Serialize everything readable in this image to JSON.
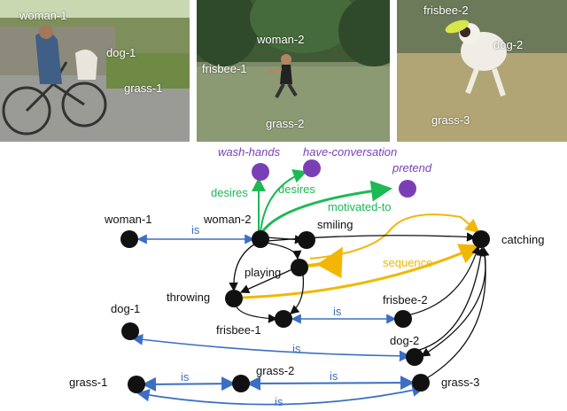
{
  "photos": [
    {
      "id": "photo-1",
      "labels": [
        "woman-1",
        "dog-1",
        "grass-1"
      ]
    },
    {
      "id": "photo-2",
      "labels": [
        "woman-2",
        "frisbee-1",
        "grass-2"
      ]
    },
    {
      "id": "photo-3",
      "labels": [
        "frisbee-2",
        "dog-2",
        "grass-3"
      ]
    }
  ],
  "graph": {
    "nodes": {
      "woman1": "woman-1",
      "woman2": "woman-2",
      "smiling": "smiling",
      "playing": "playing",
      "throwing": "throwing",
      "frisbee1": "frisbee-1",
      "frisbee2": "frisbee-2",
      "catching": "catching",
      "dog1": "dog-1",
      "dog2": "dog-2",
      "grass1": "grass-1",
      "grass2": "grass-2",
      "grass3": "grass-3",
      "washhands": "wash-hands",
      "haveconv": "have-conversation",
      "pretend": "pretend"
    },
    "edges": {
      "is_woman": "is",
      "is_frisbee": "is",
      "is_dog": "is",
      "is_grass12": "is",
      "is_grass23": "is",
      "is_grass13": "is",
      "desires1": "desires",
      "desires2": "desires",
      "motivated": "motivated-to",
      "sequence": "sequence"
    }
  },
  "colors": {
    "is_edge": "#3a6fc4",
    "desires_edge": "#1db954",
    "sequence_edge": "#f2b705",
    "intent_node": "#7b3fb5",
    "node": "#111111"
  }
}
